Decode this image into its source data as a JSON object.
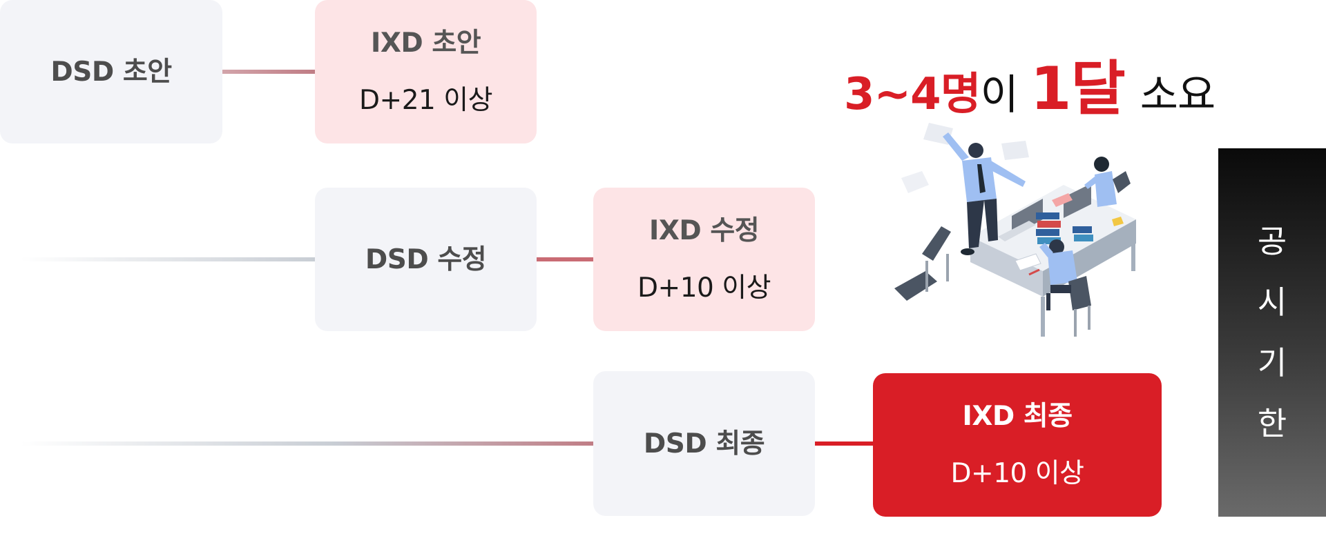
{
  "flow": {
    "row1": {
      "dsd": {
        "title": "DSD 초안"
      },
      "ixd": {
        "title": "IXD 초안",
        "duration": "D+21 이상"
      }
    },
    "row2": {
      "dsd": {
        "title": "DSD 수정"
      },
      "ixd": {
        "title": "IXD 수정",
        "duration": "D+10 이상"
      }
    },
    "row3": {
      "dsd": {
        "title": "DSD 최종"
      },
      "ixd": {
        "title": "IXD 최종",
        "duration": "D+10 이상"
      }
    }
  },
  "headline": {
    "people": "3~4명",
    "particle": "이",
    "period": "1달",
    "suffix": "소요"
  },
  "deadline": {
    "chars": [
      "공",
      "시",
      "기",
      "한"
    ]
  },
  "colors": {
    "accent_red": "#d91e26",
    "pink_box": "#fde4e6",
    "gray_box": "#f3f4f8",
    "dark_bar": "#1a1a1a"
  },
  "illustration": {
    "icon": "busy-office-team-icon"
  }
}
